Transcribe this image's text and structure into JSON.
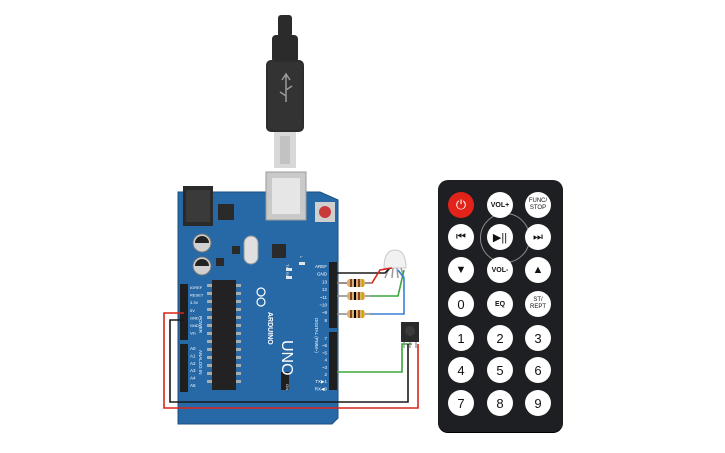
{
  "board": {
    "brand": "ARDUINO",
    "model": "UNO",
    "header_left_labels": [
      "IOREF",
      "RESET",
      "3.3V",
      "5V",
      "GND",
      "GND",
      "Vin"
    ],
    "analog_labels": [
      "A0",
      "A1",
      "A2",
      "A3",
      "A4",
      "A5"
    ],
    "power_title": "POWER",
    "analog_title": "ANALOG IN",
    "digital_title": "DIGITAL (PWM~)",
    "digital_labels": [
      "AREF",
      "GND",
      "13",
      "12",
      "~11",
      "~10",
      "~9",
      "8",
      "7",
      "~6",
      "~5",
      "4",
      "~3",
      "2",
      "TX▶1",
      "RX◀0"
    ],
    "led_labels": [
      "L",
      "TX",
      "RX"
    ],
    "on_label": "ON"
  },
  "remote": {
    "buttons": [
      {
        "id": "power",
        "label": "⏻",
        "kind": "power"
      },
      {
        "id": "vol-up",
        "label": "VOL+",
        "kind": "small"
      },
      {
        "id": "func-stop",
        "label": "FUNC/ STOP",
        "kind": "tiny"
      },
      {
        "id": "prev",
        "label": "⏮",
        "kind": "icon"
      },
      {
        "id": "play-pause",
        "label": "▶||",
        "kind": "icon"
      },
      {
        "id": "next",
        "label": "⏭",
        "kind": "icon"
      },
      {
        "id": "down",
        "label": "▼",
        "kind": "icon"
      },
      {
        "id": "vol-down",
        "label": "VOL-",
        "kind": "small"
      },
      {
        "id": "up",
        "label": "▲",
        "kind": "icon"
      },
      {
        "id": "0",
        "label": "0",
        "kind": "num"
      },
      {
        "id": "eq",
        "label": "EQ",
        "kind": "small"
      },
      {
        "id": "st-rept",
        "label": "ST/ REPT",
        "kind": "tiny"
      },
      {
        "id": "1",
        "label": "1",
        "kind": "num"
      },
      {
        "id": "2",
        "label": "2",
        "kind": "num"
      },
      {
        "id": "3",
        "label": "3",
        "kind": "num"
      },
      {
        "id": "4",
        "label": "4",
        "kind": "num"
      },
      {
        "id": "5",
        "label": "5",
        "kind": "num"
      },
      {
        "id": "6",
        "label": "6",
        "kind": "num"
      },
      {
        "id": "7",
        "label": "7",
        "kind": "num"
      },
      {
        "id": "8",
        "label": "8",
        "kind": "num"
      },
      {
        "id": "9",
        "label": "9",
        "kind": "num"
      }
    ]
  },
  "colors": {
    "board": "#2768a6",
    "wire_red": "#d9241c",
    "wire_black": "#1a1a1a",
    "wire_green": "#3aa53a",
    "wire_blue": "#3b7fd6",
    "remote": "#1e1f22",
    "power_button": "#e2231a"
  }
}
